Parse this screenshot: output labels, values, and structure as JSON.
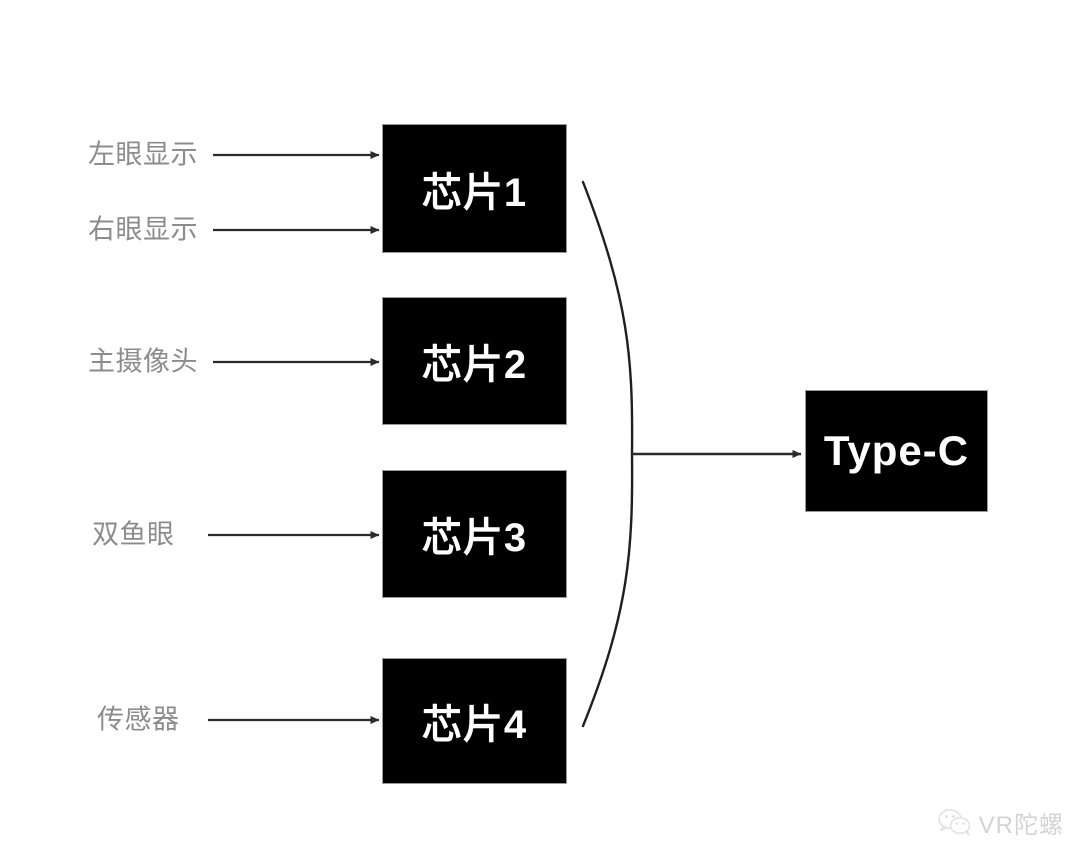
{
  "diagram": {
    "title": "VR headset chip architecture block diagram",
    "background_color": "#ffffff",
    "box_fill_color": "#000000",
    "box_text_color": "#ffffff",
    "label_text_color": "#8c8c8c",
    "line_color": "#333333",
    "inputs": [
      {
        "label": "左眼显示",
        "target": "芯片1"
      },
      {
        "label": "右眼显示",
        "target": "芯片1"
      },
      {
        "label": "主摄像头",
        "target": "芯片2"
      },
      {
        "label": "双鱼眼",
        "target": "芯片3"
      },
      {
        "label": "传感器",
        "target": "芯片4"
      }
    ],
    "chips": [
      {
        "label": "芯片1"
      },
      {
        "label": "芯片2"
      },
      {
        "label": "芯片3"
      },
      {
        "label": "芯片4"
      }
    ],
    "output": {
      "label": "Type-C"
    }
  },
  "watermark": {
    "icon": "wechat-icon",
    "text": "VR陀螺"
  }
}
